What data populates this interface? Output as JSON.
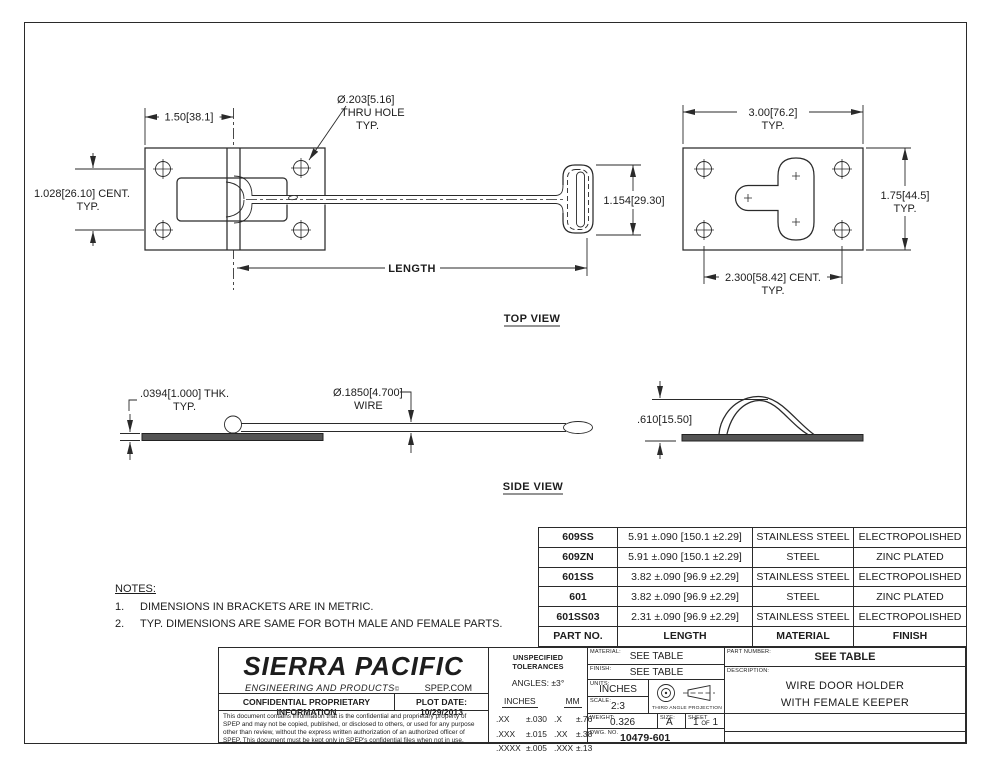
{
  "drawing": {
    "top_view": {
      "view_label": "TOP VIEW",
      "dim_plate_width": "1.50[38.1]",
      "dim_hole_dia": "Ø.203[5.16]",
      "dim_hole_dia_l2": "THRU HOLE",
      "dim_hole_dia_l3": "TYP.",
      "dim_hole_cent": "1.028[26.10] CENT.",
      "dim_hole_cent_l2": "TYP.",
      "dim_handle": "1.154[29.30]",
      "dim_length": "LENGTH"
    },
    "keeper_view": {
      "dim_width": "3.00[76.2]",
      "dim_width_l2": "TYP.",
      "dim_height": "1.75[44.5]",
      "dim_height_l2": "TYP.",
      "dim_hole_cent": "2.300[58.42] CENT.",
      "dim_hole_cent_l2": "TYP."
    },
    "side_view": {
      "view_label": "SIDE VIEW",
      "dim_thickness": ".0394[1.000] THK.",
      "dim_thickness_l2": "TYP.",
      "dim_wire": "Ø.1850[4.700]",
      "dim_wire_l2": "WIRE",
      "dim_keeper_height": ".610[15.50]"
    }
  },
  "notes": {
    "title": "NOTES:",
    "items": [
      {
        "num": "1.",
        "text": "DIMENSIONS IN BRACKETS ARE IN METRIC."
      },
      {
        "num": "2.",
        "text": "TYP. DIMENSIONS ARE SAME FOR BOTH MALE AND FEMALE PARTS."
      }
    ]
  },
  "parts_table": {
    "headers": [
      "PART NO.",
      "LENGTH",
      "MATERIAL",
      "FINISH"
    ],
    "rows": [
      [
        "609SS",
        "5.91 ±.090 [150.1 ±2.29]",
        "STAINLESS STEEL",
        "ELECTROPOLISHED"
      ],
      [
        "609ZN",
        "5.91 ±.090 [150.1 ±2.29]",
        "STEEL",
        "ZINC PLATED"
      ],
      [
        "601SS",
        "3.82 ±.090 [96.9 ±2.29]",
        "STAINLESS STEEL",
        "ELECTROPOLISHED"
      ],
      [
        "601",
        "3.82 ±.090 [96.9 ±2.29]",
        "STEEL",
        "ZINC PLATED"
      ],
      [
        "601SS03",
        "2.31 ±.090 [96.9 ±2.29]",
        "STAINLESS STEEL",
        "ELECTROPOLISHED"
      ]
    ]
  },
  "title_block": {
    "company": "SIERRA PACIFIC",
    "company_sub": "ENGINEERING AND PRODUCTS",
    "company_mark": "©",
    "website": "SPEP.COM",
    "confidential": "CONFIDENTIAL PROPRIETARY INFORMATION",
    "plot_date": "PLOT DATE: 10/29/2013",
    "legal_lines": [
      "This document contains information that is the confidential and proprietary property of",
      "SPEP and may not be copied, published, or disclosed to others, or used for any purpose",
      "other than review, without the express written authorization of an authorized officer of",
      "SPEP. This document must be kept only in SPEP's confidential files when not in use."
    ],
    "tolerances": {
      "title": "UNSPECIFIED TOLERANCES",
      "angles": "ANGLES: ±3°",
      "col_inches": "INCHES",
      "col_mm": "MM",
      "rows": [
        [
          ".XX",
          "±.030",
          ".X",
          "±.76"
        ],
        [
          ".XXX",
          "±.015",
          ".XX",
          "±.38"
        ],
        [
          ".XXXX",
          "±.005",
          ".XXX",
          "±.13"
        ]
      ]
    },
    "material_label": "MATERIAL:",
    "material_value": "SEE TABLE",
    "finish_label": "FINISH:",
    "finish_value": "SEE TABLE",
    "units_label": "UNITS:",
    "units_value": "INCHES",
    "scale_label": "SCALE:",
    "scale_value": "2:3",
    "projection_label": "THIRD ANGLE PROJECTION",
    "weight_label": "WEIGHT:",
    "weight_value": "0.326",
    "size_label": "SIZE:",
    "size_value": "A",
    "sheet_label": "SHEET",
    "sheet_value": "1",
    "sheet_of": "OF",
    "sheet_total": "1",
    "dwg_label": "DWG. NO.",
    "dwg_value": "10479-601",
    "part_number_label": "PART NUMBER:",
    "part_number_value": "SEE TABLE",
    "description_label": "DESCRIPTION:",
    "description_line1": "WIRE DOOR HOLDER",
    "description_line2": "WITH FEMALE KEEPER"
  }
}
